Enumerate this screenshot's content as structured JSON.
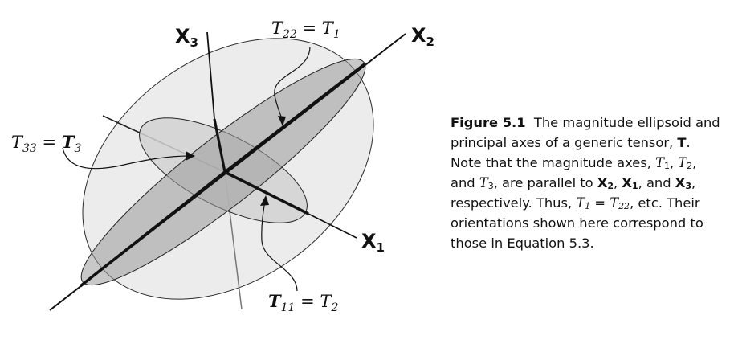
{
  "figure": {
    "axes": {
      "x1": "X",
      "x1_sub": "1",
      "x2": "X",
      "x2_sub": "2",
      "x3": "X",
      "x3_sub": "3"
    },
    "equations": {
      "top": {
        "lhs": "T",
        "lhs_sub": "22",
        "op": " = ",
        "rhs": "T",
        "rhs_sub": "1"
      },
      "left": {
        "lhs": "T",
        "lhs_sub": "33",
        "op": " = ",
        "rhs": "T",
        "rhs_sub": "3"
      },
      "bottom": {
        "lhs": "T",
        "lhs_sub": "11",
        "op": " = ",
        "rhs": "T",
        "rhs_sub": "2"
      }
    },
    "colors": {
      "outer_ellipse_fill": "#ececec",
      "middle_ellipse_fill": "#d2d2d2",
      "inner_ellipse_fill": "#9a9a9a",
      "stroke": "#111111"
    }
  },
  "caption": {
    "label": "Figure 5.1",
    "t1": "The magnitude ellipsoid and principal axes of a generic tensor, ",
    "t_bold": "T",
    "t2": ". Note that the magnitude axes, ",
    "T": "T",
    "s1": "1",
    "comma1": ", ",
    "s2": "2",
    "t3": ", and ",
    "s3": "3",
    "t4": ", are parallel to ",
    "X": "X",
    "xs2": "2",
    "comma2": ", ",
    "xs1": "1",
    "t5": ", and ",
    "xs3": "3",
    "t6": ", respectively. Thus, ",
    "eq_lhs_sub": "1",
    "eq_op": " = ",
    "eq_rhs_sub": "22",
    "t7": ", etc. Their orientations shown here correspond to those in Equation 5.3."
  }
}
